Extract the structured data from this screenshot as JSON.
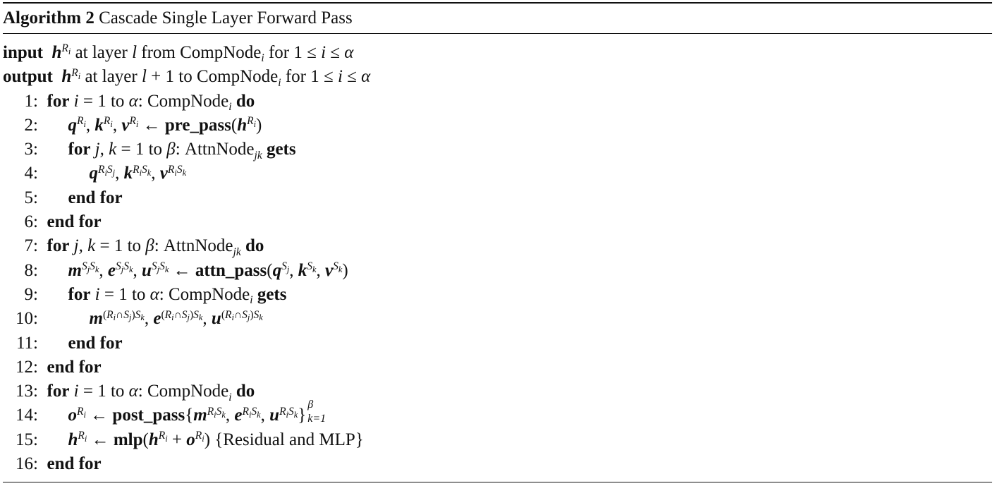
{
  "caption": {
    "label": "Algorithm 2",
    "title": "Cascade Single Layer Forward Pass"
  },
  "io": {
    "input_kw": "input",
    "input_text": "at layer l from CompNodeᵢ for 1 ≤ i ≤ α",
    "output_kw": "output",
    "output_text": "at layer l + 1 to CompNodeᵢ for 1 ≤ i ≤ α"
  },
  "lines": [
    {
      "num": "1:",
      "text": "for i = 1 to α: CompNodeᵢ do"
    },
    {
      "num": "2:",
      "text": "q^{Rᵢ}, k^{Rᵢ}, v^{Rᵢ} ← pre_pass(h^{Rᵢ})"
    },
    {
      "num": "3:",
      "text": "for j, k = 1 to β: AttnNode_{jk} gets"
    },
    {
      "num": "4:",
      "text": "q^{RᵢSⱼ}, k^{RᵢSₖ}, v^{RᵢSₖ}"
    },
    {
      "num": "5:",
      "text": "end for"
    },
    {
      "num": "6:",
      "text": "end for"
    },
    {
      "num": "7:",
      "text": "for j, k = 1 to β: AttnNode_{jk} do"
    },
    {
      "num": "8:",
      "text": "m^{SⱼSₖ}, e^{SⱼSₖ}, u^{SⱼSₖ} ← attn_pass(q^{Sⱼ}, k^{Sₖ}, v^{Sₖ})"
    },
    {
      "num": "9:",
      "text": "for i = 1 to α: CompNodeᵢ gets"
    },
    {
      "num": "10:",
      "text": "m^{(Rᵢ∩Sⱼ)Sₖ}, e^{(Rᵢ∩Sⱼ)Sₖ}, u^{(Rᵢ∩Sⱼ)Sₖ}"
    },
    {
      "num": "11:",
      "text": "end for"
    },
    {
      "num": "12:",
      "text": "end for"
    },
    {
      "num": "13:",
      "text": "for i = 1 to α: CompNodeᵢ do"
    },
    {
      "num": "14:",
      "text": "o^{Rᵢ} ← post_pass{m^{RᵢSₖ}, e^{RᵢSₖ}, u^{RᵢSₖ}}^{β}_{k=1}"
    },
    {
      "num": "15:",
      "text": "h^{Rᵢ} ← mlp(h^{Rᵢ} + o^{Rᵢ}) {Residual and MLP}"
    },
    {
      "num": "16:",
      "text": "end for"
    }
  ],
  "tokens": {
    "for": "for",
    "do": "do",
    "end_for": "end for",
    "gets": "gets",
    "to": "to",
    "compnode": "CompNode",
    "attnnode": "AttnNode",
    "pre_pass": "pre_pass",
    "attn_pass": "attn_pass",
    "post_pass": "post_pass",
    "mlp": "mlp",
    "comment": "{Residual and MLP}"
  }
}
